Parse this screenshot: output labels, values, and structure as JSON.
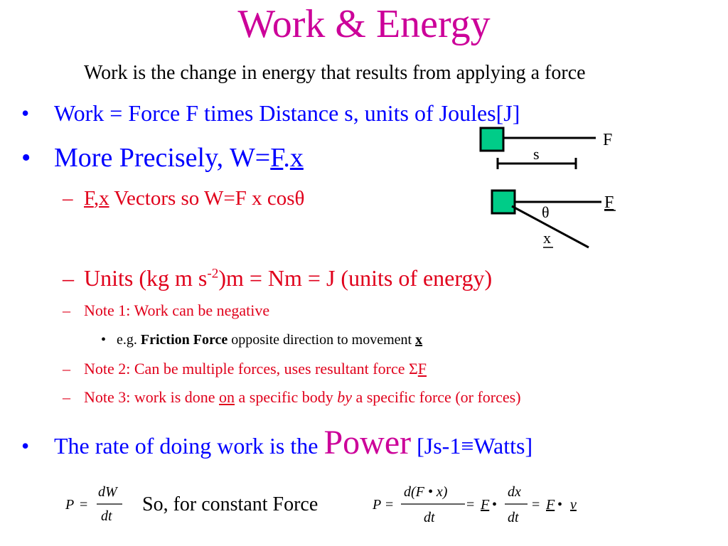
{
  "title": "Work & Energy",
  "subtitle": "Work is the change in energy that results from applying a force",
  "bullets": {
    "b1": {
      "marker": "•",
      "text": "Work = Force F times Distance s, units of Joules[J]"
    },
    "b2": {
      "marker": "•",
      "prefix": "More Precisely, W=",
      "f": "F",
      "dot": ".",
      "x": "x"
    },
    "b2a": {
      "marker": "–",
      "f": "F",
      "comma": ",",
      "x": "x",
      "rest": " Vectors so W=F x cosθ"
    },
    "b2b": {
      "marker": "–",
      "pre": "Units (kg m s",
      "sup": "-2",
      "post": ")m = Nm = J (units of energy)"
    },
    "b2c": {
      "marker": "–",
      "text": "Note 1: Work can be negative"
    },
    "b2c1": {
      "marker": "•",
      "pre": "e.g. ",
      "bold": "Friction Force",
      "mid": " opposite direction to  movement ",
      "x": "x"
    },
    "b2d": {
      "marker": "–",
      "pre": "Note 2:  Can be multiple forces, uses resultant force Σ",
      "f": "F"
    },
    "b2e": {
      "marker": "–",
      "pre": "Note 3: work is done ",
      "on": "on",
      "mid": " a specific body ",
      "by": "by",
      "post": " a specific force (or forces)"
    },
    "b3": {
      "marker": "•",
      "pre": "The rate of doing work is the ",
      "power": "Power",
      "post": "  [Js-1≡Watts]"
    }
  },
  "diagram1": {
    "force": "F",
    "dist": "s"
  },
  "diagram2": {
    "force": "F",
    "angle": "θ",
    "disp": "x"
  },
  "eq1": {
    "lhs": "P",
    "eqs": "=",
    "num": "dW",
    "den": "dt"
  },
  "eq_mid": "So, for constant Force",
  "eq2": {
    "lhs": "P",
    "eqs": "=",
    "num1": "d(F • x)",
    "den1": "dt",
    "eq2": "=",
    "f": "F",
    "bullet": "•",
    "num2": "dx",
    "den2": "dt",
    "eq3": "=",
    "f2": "F",
    "bullet2": "•",
    "v": "v"
  },
  "colors": {
    "title": "#cc0099",
    "bullet": "#0000ff",
    "note": "#e0001b",
    "box": "#00cc88"
  }
}
